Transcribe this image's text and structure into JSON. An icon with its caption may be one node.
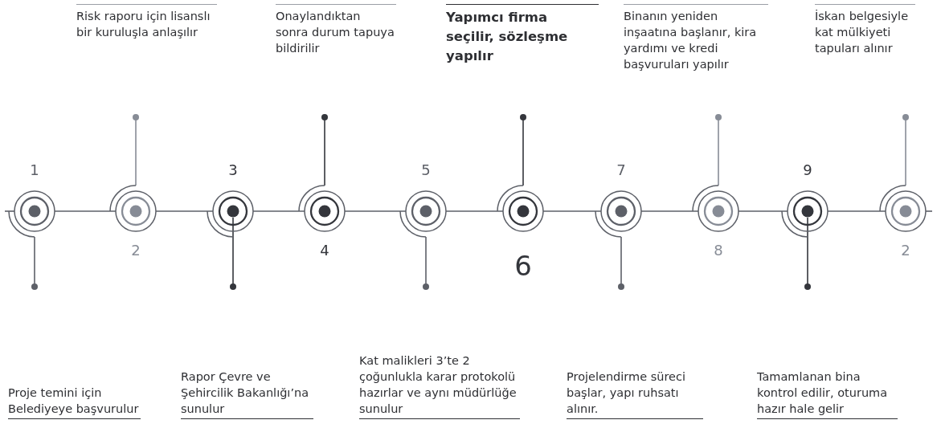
{
  "diagram": {
    "nodes": [
      {
        "text": [],
        "shape": "circle",
        "beside": [
          "1"
        ]
      },
      {
        "text": [],
        "shape": "circle",
        "beside": [
          "2"
        ]
      },
      {
        "text": [],
        "shape": "circle",
        "beside": [
          "3"
        ]
      },
      {
        "text": [],
        "shape": "circle",
        "beside": [
          "4"
        ]
      },
      {
        "text": [],
        "shape": "circle",
        "beside": [
          "5"
        ]
      },
      {
        "text": [],
        "shape": "circle",
        "beside": [
          "6"
        ]
      },
      {
        "text": [],
        "shape": "circle",
        "beside": [
          "7"
        ]
      },
      {
        "text": [],
        "shape": "circle",
        "beside": [
          "8"
        ]
      },
      {
        "text": [],
        "shape": "circle",
        "beside": [
          "9"
        ]
      },
      {
        "text": [],
        "shape": "circle",
        "beside": [
          "2"
        ]
      },
      {
        "text": [
          "Risk raporu için lisanslı bir kuruluşla anlaşılır"
        ]
      },
      {
        "text": [
          "Onaylandıktan sonra durum tapuya bildirilir"
        ]
      },
      {
        "text": [
          "Yapımcı firma seçilir, sözleşme yapılır"
        ]
      },
      {
        "text": [
          "Binanın yeniden inşaatına başlanır, kira yardımı ve kredi başvuruları yapılır"
        ]
      },
      {
        "text": [
          "İskan belgesiyle kat mülkiyeti tapuları alınır"
        ]
      },
      {
        "text": [
          "Proje temini için Belediyeye başvurulur"
        ]
      },
      {
        "text": [
          "Rapor Çevre ve Şehircilik Bakanlığı’na sunulur"
        ]
      },
      {
        "text": [
          "Kat malikleri 3’te 2 çoğunlukla karar protokolü hazırlar ve aynı müdürlüğe sunulur"
        ]
      },
      {
        "text": [
          "Projelendirme süreci başlar, yapı ruhsatı alınır."
        ]
      },
      {
        "text": [
          "Tamamlanan bina kontrol edilir, oturuma hazır hale gelir"
        ]
      }
    ],
    "edges": [
      {
        "from": null,
        "to": 0,
        "arrow": "none"
      },
      {
        "from": 0,
        "to": 1,
        "arrow": "none"
      },
      {
        "from": 1,
        "to": 2,
        "arrow": "none"
      },
      {
        "from": 2,
        "to": 3,
        "arrow": "none"
      },
      {
        "from": 3,
        "to": 4,
        "arrow": "none"
      },
      {
        "from": 4,
        "to": 5,
        "arrow": "none"
      },
      {
        "from": 5,
        "to": 6,
        "arrow": "none"
      },
      {
        "from": 6,
        "to": 7,
        "arrow": "none"
      },
      {
        "from": 7,
        "to": 8,
        "arrow": "none"
      },
      {
        "from": 8,
        "to": 9,
        "arrow": "none"
      },
      {
        "from": 9,
        "to": null,
        "arrow": "none"
      },
      {
        "from": 10,
        "to": 1,
        "arrow": "other"
      },
      {
        "from": 11,
        "to": 3,
        "arrow": "other"
      },
      {
        "from": 12,
        "to": 5,
        "arrow": "other"
      },
      {
        "from": 13,
        "to": 7,
        "arrow": "other"
      },
      {
        "from": 14,
        "to": 9,
        "arrow": "other"
      },
      {
        "from": 15,
        "to": 0,
        "arrow": "other"
      },
      {
        "from": 16,
        "to": 2,
        "arrow": "other"
      },
      {
        "from": 17,
        "to": 4,
        "arrow": "other"
      },
      {
        "from": 18,
        "to": 6,
        "arrow": "other"
      },
      {
        "from": 19,
        "to": 8,
        "arrow": "other"
      }
    ]
  }
}
